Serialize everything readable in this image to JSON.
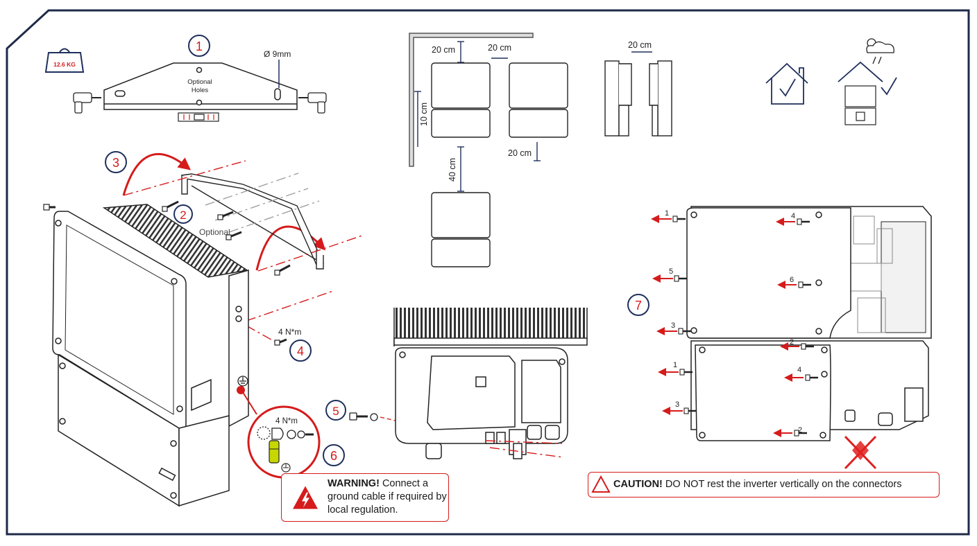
{
  "weight": {
    "label": "12.6 KG"
  },
  "steps": {
    "s1": "1",
    "s2": "2",
    "s3": "3",
    "s4": "4",
    "s5": "5",
    "s6": "6",
    "s7": "7"
  },
  "bracket": {
    "hole_diameter": "Ø 9mm",
    "optional_holes_line1": "Optional",
    "optional_holes_line2": "Holes",
    "optional_screws": "Optional"
  },
  "torque": {
    "t1": "4 N*m",
    "t2": "4 N*m"
  },
  "clearance": {
    "top": "20 cm",
    "side": "20 cm",
    "wall": "10 cm",
    "between": "40 cm",
    "right_side": "20 cm",
    "side_view": "20 cm"
  },
  "cover_screws": [
    "1",
    "4",
    "5",
    "6",
    "3",
    "2",
    "1",
    "4",
    "3",
    "2"
  ],
  "warning": {
    "title": "WARNING!",
    "text": "Connect a ground cable if required by local regulation."
  },
  "caution": {
    "title": "CAUTION!",
    "text": "DO NOT rest the inverter vertically on the connectors"
  },
  "colors": {
    "accent_red": "#d51b1b",
    "frame_navy": "#1e2a48",
    "step_navy": "#1f2f5c",
    "line": "#2b2b2b"
  },
  "icons": [
    "weight-icon",
    "drill-icon",
    "level-icon",
    "house-icon",
    "check-icon",
    "weather-icon",
    "lightning-icon",
    "caution-icon",
    "ground-icon",
    "x-icon"
  ]
}
